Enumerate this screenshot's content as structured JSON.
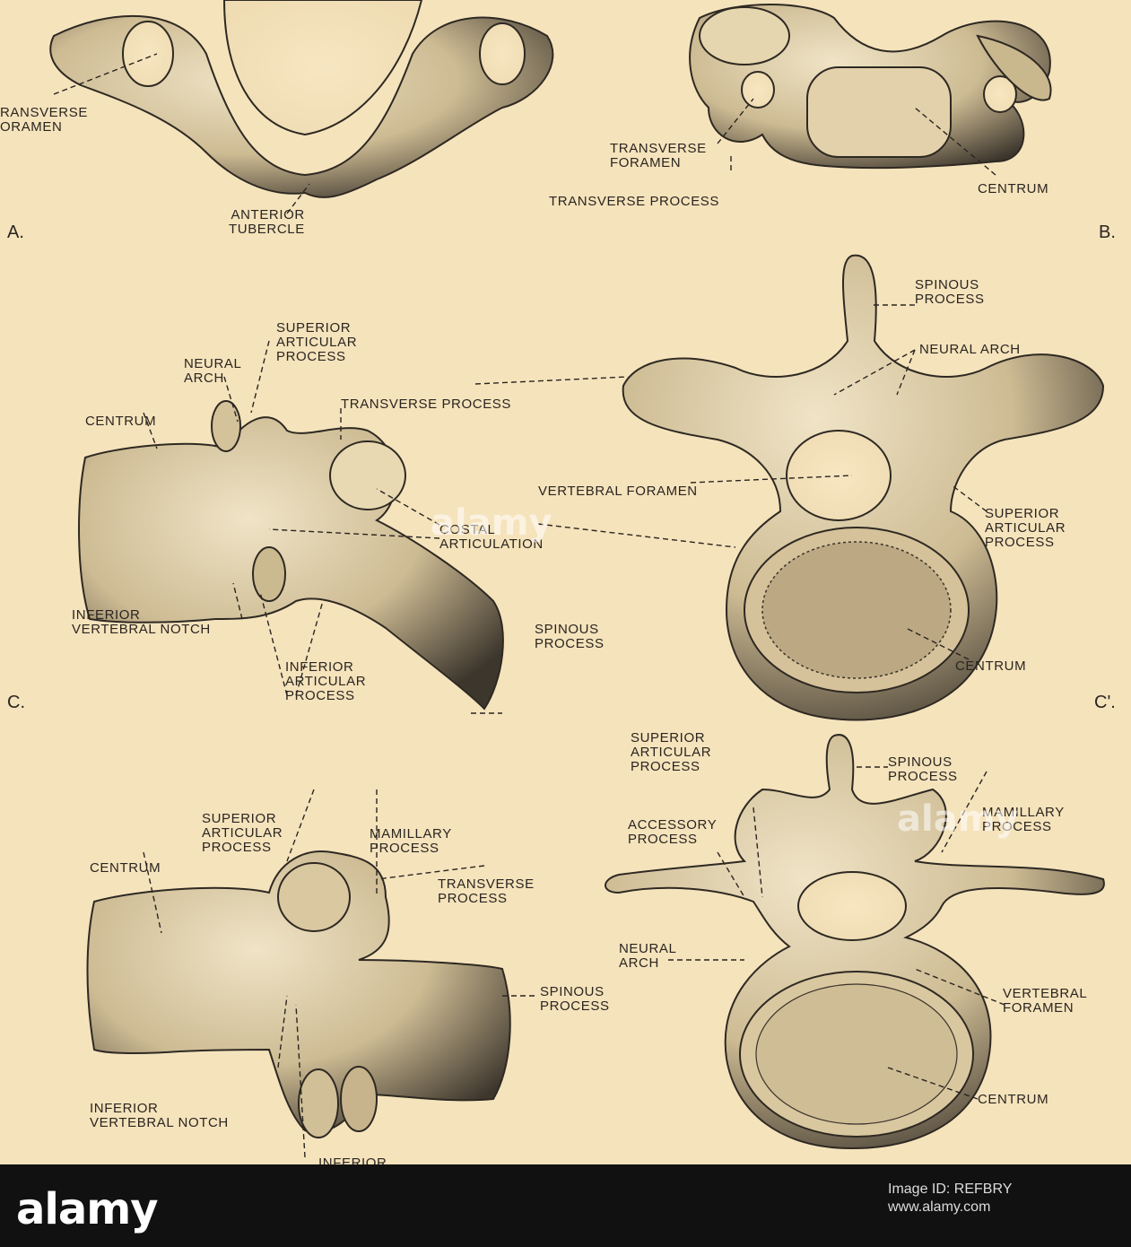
{
  "figure": {
    "fig_labels": [
      "A.",
      "B.",
      "C.",
      "C'.",
      ""
    ],
    "labels": {
      "a_transverse_foramen": [
        "RANSVERSE",
        "ORAMEN"
      ],
      "a_anterior_tubercle": [
        "ANTERIOR",
        "TUBERCLE"
      ],
      "b_transverse_foramen": [
        "TRANSVERSE",
        "FORAMEN"
      ],
      "b_transverse_process": "TRANSVERSE PROCESS",
      "b_centrum": "CENTRUM",
      "c_superior_articular": [
        "SUPERIOR",
        "ARTICULAR",
        "PROCESS"
      ],
      "c_neural_arch": [
        "NEURAL",
        "ARCH"
      ],
      "c_centrum": "CENTRUM",
      "c_transverse_process": "TRANSVERSE PROCESS",
      "c_costal_articulation": [
        "COSTAL",
        "ARTICULATION"
      ],
      "c_inferior_notch": [
        "INFERIOR",
        "VERTEBRAL NOTCH"
      ],
      "c_inferior_articular": [
        "INFERIOR",
        "ARTICULAR",
        "PROCESS"
      ],
      "c_spinous_process": [
        "SPINOUS",
        "PROCESS"
      ],
      "cp_spinous_process": [
        "SPINOUS",
        "PROCESS"
      ],
      "cp_neural_arch": "NEURAL ARCH",
      "cp_vertebral_foramen": "VERTEBRAL FORAMEN",
      "cp_superior_articular": [
        "SUPERIOR",
        "ARTICULAR",
        "PROCESS"
      ],
      "cp_centrum": "CENTRUM",
      "d_superior_articular": [
        "SUPERIOR",
        "ARTICULAR",
        "PROCESS"
      ],
      "d_mamillary": [
        "MAMILLARY",
        "PROCESS"
      ],
      "d_centrum": "CENTRUM",
      "d_transverse_process": [
        "TRANSVERSE",
        "PROCESS"
      ],
      "d_spinous_process": [
        "SPINOUS",
        "PROCESS"
      ],
      "d_inferior_notch": [
        "INFERIOR",
        "VERTEBRAL NOTCH"
      ],
      "d_inferior_partial": "INFERIOR",
      "dp_superior_articular": [
        "SUPERIOR",
        "ARTICULAR",
        "PROCESS"
      ],
      "dp_spinous_process": [
        "SPINOUS",
        "PROCESS"
      ],
      "dp_accessory": [
        "ACCESSORY",
        "PROCESS"
      ],
      "dp_mamillary": [
        "MAMILLARY",
        "PROCESS"
      ],
      "dp_neural_arch": [
        "NEURAL",
        "ARCH"
      ],
      "dp_vertebral_foramen": [
        "VERTEBRAL",
        "FORAMEN"
      ],
      "dp_centrum": "CENTRUM"
    }
  },
  "watermark": "alamy",
  "footer": {
    "logo": "alamy",
    "image_id_label": "Image ID: REFBRY",
    "site": "www.alamy.com"
  },
  "colors": {
    "paper": "#f5e3bc",
    "bone": "#d9c8a2",
    "bone_shadow": "#3a332b",
    "ink": "#2a2520",
    "footer": "#111111"
  }
}
